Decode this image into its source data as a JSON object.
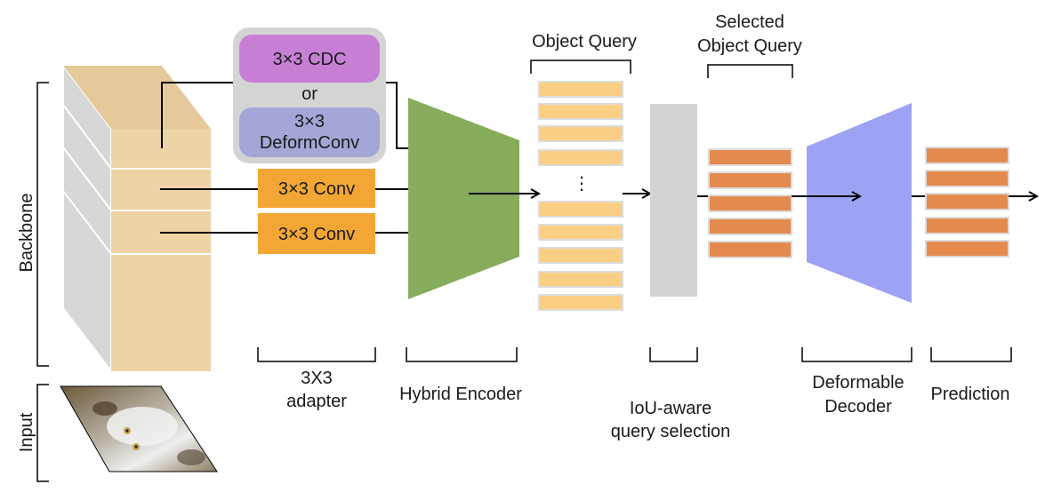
{
  "labels": {
    "backbone": "Backbone",
    "input": "Input",
    "cdc": "3×3 CDC",
    "or": "or",
    "deform_line1": "3×3",
    "deform_line2": "DeformConv",
    "conv_a": "3×3 Conv",
    "conv_b": "3×3 Conv",
    "adapter_line1": "3X3",
    "adapter_line2": "adapter",
    "hybrid_encoder": "Hybrid Encoder",
    "object_query": "Object Query",
    "ellipsis": "⋮",
    "iou_line1": "IoU-aware",
    "iou_line2": "query selection",
    "selected_line1": "Selected",
    "selected_line2": "Object Query",
    "decoder_line1": "Deformable",
    "decoder_line2": "Decoder",
    "prediction": "Prediction"
  },
  "colors": {
    "backbone_front": "#ecd4a6",
    "backbone_top": "#e5c99a",
    "backbone_side": "#d7d7d7",
    "adapter_panel": "#d4d4d4",
    "cdc": "#c77fd6",
    "deform": "#a3a6d6",
    "conv": "#f3a634",
    "encoder": "#87ac5c",
    "query": "#fbcf83",
    "selector": "#d3d3d3",
    "selected_query": "#e48a4f",
    "decoder": "#9ea2f4",
    "prediction": "#e48a4f"
  },
  "input_image": {
    "icon": "cat-photo",
    "description_visible": false
  }
}
